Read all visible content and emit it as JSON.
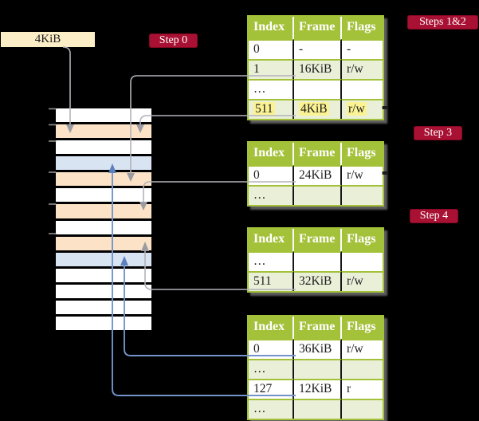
{
  "colors": {
    "background": "#000000",
    "table_green": "#a4c13a",
    "table_row_green": "#eaf0d8",
    "highlight_yellow": "#faf293",
    "badge_crimson": "#a81133",
    "free_frame_cream": "#fcefc8",
    "memory_peach": "#fce3c7",
    "memory_blue": "#d9e4f3",
    "gray_connector": "#b2b2b9",
    "blue_connector": "#7493ca"
  },
  "free_frame": {
    "label": "4KiB"
  },
  "badges": {
    "step0": "Step 0",
    "steps12": "Steps 1&2",
    "step3": "Step 3",
    "step4": "Step 4"
  },
  "memory": {
    "rows": [
      "white",
      "peach",
      "white",
      "blue",
      "peach",
      "white",
      "peach",
      "white",
      "peach",
      "blue",
      "white",
      "white",
      "white",
      "white"
    ]
  },
  "tables": {
    "headers": [
      "Index",
      "Frame",
      "Flags"
    ],
    "t1": {
      "rows": [
        {
          "cells": [
            "0",
            "-",
            "-"
          ]
        },
        {
          "cells": [
            "1",
            "16KiB",
            "r/w"
          ]
        },
        {
          "cells": [
            "…",
            "",
            ""
          ]
        },
        {
          "cells": [
            "511",
            "4KiB",
            "r/w"
          ],
          "highlighted": true
        }
      ]
    },
    "t2": {
      "rows": [
        {
          "cells": [
            "0",
            "24KiB",
            "r/w"
          ]
        },
        {
          "cells": [
            "…",
            "",
            ""
          ]
        }
      ]
    },
    "t3": {
      "rows": [
        {
          "cells": [
            "…",
            "",
            ""
          ]
        },
        {
          "cells": [
            "511",
            "32KiB",
            "r/w"
          ]
        }
      ]
    },
    "t4": {
      "rows": [
        {
          "cells": [
            "0",
            "36KiB",
            "r/w"
          ]
        },
        {
          "cells": [
            "…",
            "",
            ""
          ]
        },
        {
          "cells": [
            "127",
            "12KiB",
            "r"
          ]
        },
        {
          "cells": [
            "…",
            "",
            ""
          ]
        }
      ]
    }
  },
  "connectors": [
    {
      "from": "free-frame-label",
      "to": "memory-row-2",
      "style": "gray-arrow-down"
    },
    {
      "from": "table1-row-1",
      "to": "memory-row-5",
      "style": "gray-arrow-down"
    },
    {
      "from": "table1-row-511",
      "to": "memory-row-2",
      "style": "gray-arrow-down"
    },
    {
      "from": "table2-row-0",
      "to": "memory-row-7",
      "style": "gray-arrow-down"
    },
    {
      "from": "table3-row-511",
      "to": "memory-row-9",
      "style": "gray-arrow-up"
    },
    {
      "from": "table4-row-0",
      "to": "memory-row-10",
      "style": "blue-arrow-up"
    },
    {
      "from": "table4-row-127",
      "to": "memory-row-4",
      "style": "blue-arrow-up"
    }
  ]
}
